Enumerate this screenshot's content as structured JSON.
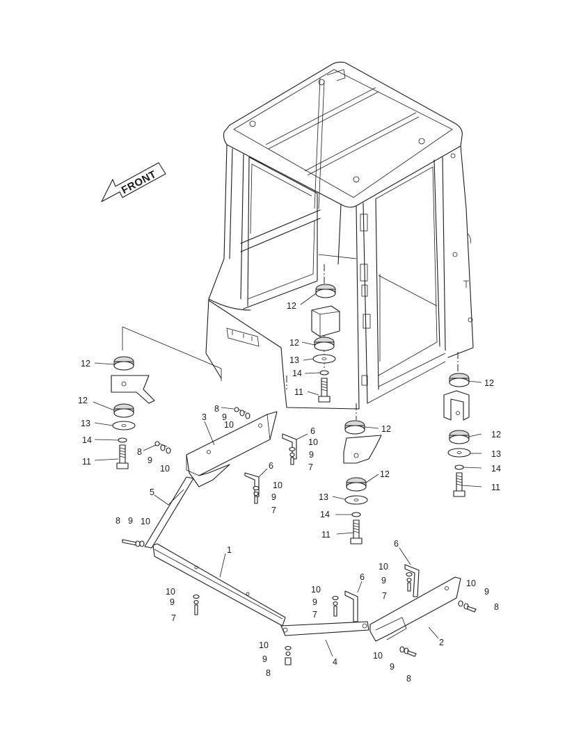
{
  "diagram": {
    "direction_label": "FRONT",
    "callouts": {
      "c1": "1",
      "c2": "2",
      "c3": "3",
      "c4": "4",
      "c5": "5",
      "c6a": "6",
      "c6b": "6",
      "c6c": "6",
      "c6d": "6",
      "c7a": "7",
      "c7b": "7",
      "c7c": "7",
      "c7d": "7",
      "c7e": "7",
      "c8a": "8",
      "c8b": "8",
      "c8c": "8",
      "c8d": "8",
      "c8e": "8",
      "c8f": "8",
      "c9a": "9",
      "c9b": "9",
      "c9c": "9",
      "c9d": "9",
      "c9e": "9",
      "c9f": "9",
      "c9g": "9",
      "c9h": "9",
      "c9i": "9",
      "c9j": "9",
      "c9k": "9",
      "c10a": "10",
      "c10b": "10",
      "c10c": "10",
      "c10d": "10",
      "c10e": "10",
      "c10f": "10",
      "c10g": "10",
      "c10h": "10",
      "c10i": "10",
      "c10j": "10",
      "c10k": "10",
      "c11a": "11",
      "c11b": "11",
      "c11c": "11",
      "c11d": "11",
      "c12a": "12",
      "c12b": "12",
      "c12c": "12",
      "c12d": "12",
      "c12e": "12",
      "c12f": "12",
      "c12g": "12",
      "c12h": "12",
      "c13a": "13",
      "c13b": "13",
      "c13c": "13",
      "c13d": "13",
      "c14a": "14",
      "c14b": "14",
      "c14c": "14",
      "c14d": "14"
    }
  }
}
